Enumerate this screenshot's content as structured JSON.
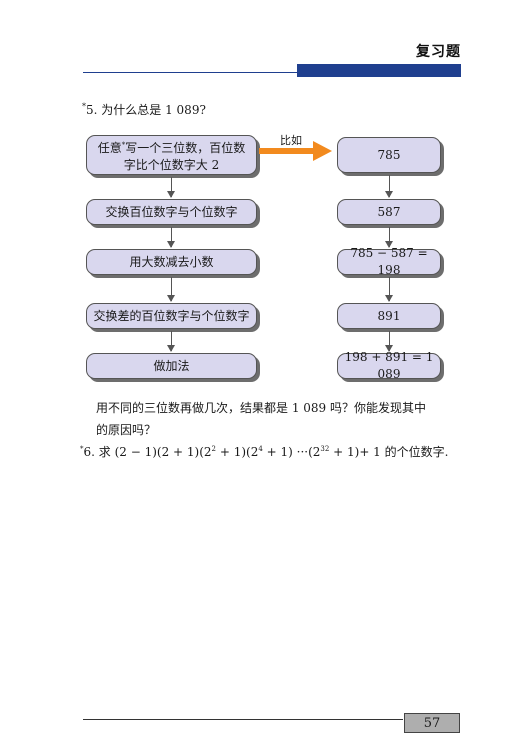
{
  "header": {
    "title": "复习题"
  },
  "q5": {
    "mark": "*",
    "number": "5.",
    "question": "为什么总是 1 089?"
  },
  "flow": {
    "left": [
      {
        "line1_pre": "任意",
        "mark": "*",
        "line1_post": "写一个三位数，百位数",
        "line2": "字比个位数字大 2"
      },
      {
        "text": "交换百位数字与个位数字"
      },
      {
        "text": "用大数减去小数"
      },
      {
        "text": "交换差的百位数字与个位数字"
      },
      {
        "text": "做加法"
      }
    ],
    "example_label": "比如",
    "right": [
      "785",
      "587",
      "785 − 587 = 198",
      "891",
      "198 + 891 = 1 089"
    ]
  },
  "para": {
    "line1": "用不同的三位数再做几次，结果都是 1 089 吗？你能发现其中",
    "line2": "的原因吗？"
  },
  "q6": {
    "mark": "*",
    "number": "6.",
    "prefix": "求 (2 − 1)(2 + 1)(2",
    "e1": "2",
    "p2": " + 1)(2",
    "e2": "4",
    "p3": " + 1)  ···(2",
    "e3": "32",
    "suffix": " + 1)+ 1 的个位数字."
  },
  "page_number": "57",
  "colors": {
    "accent_blue": "#1f3f8f",
    "box_fill": "#d9d7ee",
    "arrow_orange": "#f28a1e"
  }
}
